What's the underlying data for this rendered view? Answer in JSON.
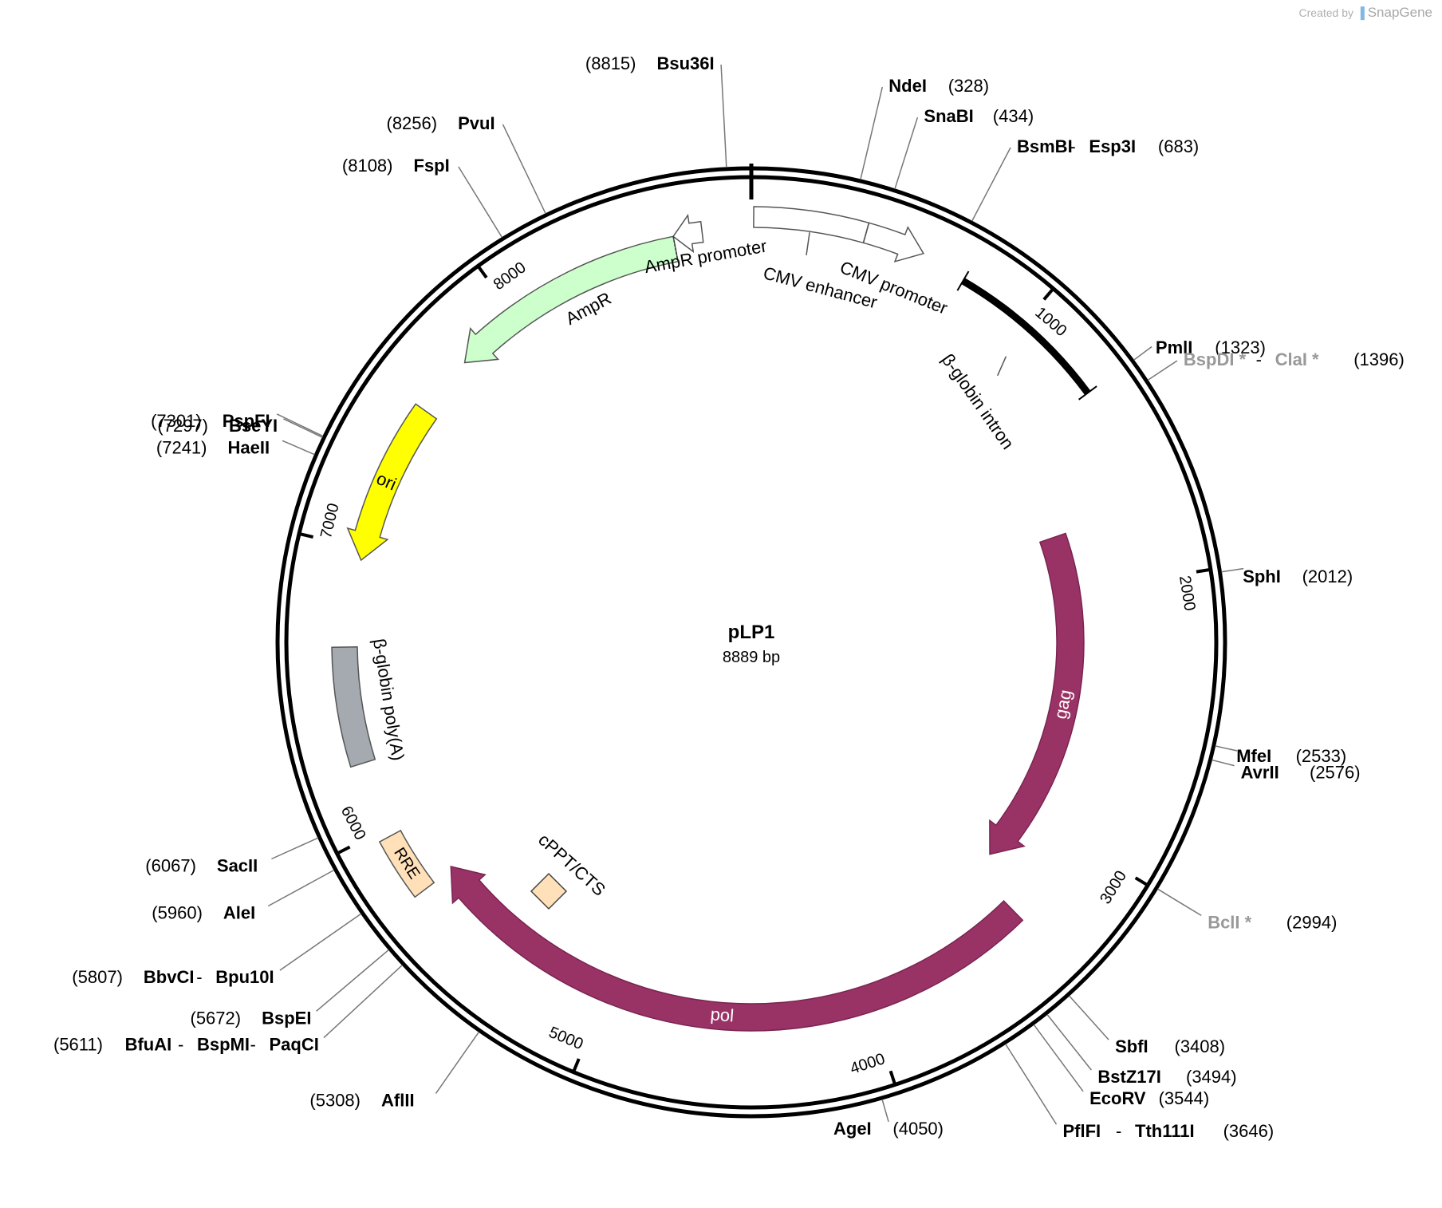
{
  "credit": {
    "prefix": "Created by",
    "brand": "SnapGene"
  },
  "plasmid": {
    "name": "pLP1",
    "size_label": "8889 bp",
    "length": 8889
  },
  "ticks": [
    {
      "pos": 1000,
      "label": "1000"
    },
    {
      "pos": 2000,
      "label": "2000"
    },
    {
      "pos": 3000,
      "label": "3000"
    },
    {
      "pos": 4000,
      "label": "4000"
    },
    {
      "pos": 5000,
      "label": "5000"
    },
    {
      "pos": 6000,
      "label": "6000"
    },
    {
      "pos": 7000,
      "label": "7000"
    },
    {
      "pos": 8000,
      "label": "8000"
    }
  ],
  "features": [
    {
      "id": "cmv-enhancer",
      "label": "CMV enhancer",
      "start": 8,
      "end": 387,
      "type": "box",
      "color": "#ffffff"
    },
    {
      "id": "cmv-promoter",
      "label": "CMV promoter",
      "start": 387,
      "end": 590,
      "type": "arrow_cw",
      "color": "#ffffff"
    },
    {
      "id": "beta-globin-intron",
      "label": "β-globin intron",
      "start": 750,
      "end": 1320,
      "type": "bar",
      "color": "#000000"
    },
    {
      "id": "gag",
      "label": "gag",
      "start": 1750,
      "end": 3250,
      "type": "arrow_cw",
      "color": "#993366"
    },
    {
      "id": "pol",
      "label": "pol",
      "start": 3350,
      "end": 5760,
      "type": "arrow_cw",
      "color": "#993366"
    },
    {
      "id": "rre",
      "label": "RRE",
      "start": 5750,
      "end": 5970,
      "type": "box",
      "color": "#ffe0b8"
    },
    {
      "id": "cppt-cts",
      "label": "cPPT/CTS",
      "type": "diamond",
      "color": "#ffe0b8"
    },
    {
      "id": "beta-globin-polya",
      "label": "β-globin poly(A)",
      "start": 6240,
      "end": 6650,
      "type": "box",
      "color": "#a5aab0"
    },
    {
      "id": "ori",
      "label": "ori",
      "start": 6960,
      "end": 7540,
      "type": "arrow_ccw",
      "color": "#ffff00"
    },
    {
      "id": "ampr",
      "label": "AmpR",
      "start": 7760,
      "end": 8620,
      "type": "arrow_ccw",
      "color": "#ccffcc"
    },
    {
      "id": "ampr-promoter",
      "label": "AmpR promoter",
      "start": 8620,
      "end": 8720,
      "type": "arrow_ccw",
      "color": "#ffffff"
    }
  ],
  "sites": [
    {
      "parts": [
        "NdeI"
      ],
      "pos_label": "(328)",
      "pos": 328,
      "gray": false
    },
    {
      "parts": [
        "SnaBI"
      ],
      "pos_label": "(434)",
      "pos": 434,
      "gray": false
    },
    {
      "parts": [
        "BsmBI",
        "Esp3I"
      ],
      "pos_label": "(683)",
      "pos": 683,
      "gray": false
    },
    {
      "parts": [
        "PmlI"
      ],
      "pos_label": "(1323)",
      "pos": 1323,
      "gray": false
    },
    {
      "parts": [
        "BspDI *",
        "ClaI *"
      ],
      "pos_label": "(1396)",
      "pos": 1396,
      "gray": true
    },
    {
      "parts": [
        "SphI"
      ],
      "pos_label": "(2012)",
      "pos": 2012,
      "gray": false
    },
    {
      "parts": [
        "MfeI"
      ],
      "pos_label": "(2533)",
      "pos": 2533,
      "gray": false
    },
    {
      "parts": [
        "AvrII"
      ],
      "pos_label": "(2576)",
      "pos": 2576,
      "gray": false
    },
    {
      "parts": [
        "BclI *"
      ],
      "pos_label": "(2994)",
      "pos": 2994,
      "gray": true
    },
    {
      "parts": [
        "SbfI"
      ],
      "pos_label": "(3408)",
      "pos": 3408,
      "gray": false
    },
    {
      "parts": [
        "BstZ17I"
      ],
      "pos_label": "(3494)",
      "pos": 3494,
      "gray": false
    },
    {
      "parts": [
        "EcoRV"
      ],
      "pos_label": "(3544)",
      "pos": 3544,
      "gray": false
    },
    {
      "parts": [
        "PflFI",
        "Tth111I"
      ],
      "pos_label": "(3646)",
      "pos": 3646,
      "gray": false
    },
    {
      "parts": [
        "AgeI"
      ],
      "pos_label": "(4050)",
      "pos": 4050,
      "gray": false
    },
    {
      "parts": [
        "AflII"
      ],
      "pos_label": "(5308)",
      "pos": 5308,
      "gray": false
    },
    {
      "parts": [
        "BfuAI",
        "BspMI",
        "PaqCI"
      ],
      "pos_label": "(5611)",
      "pos": 5611,
      "gray": false
    },
    {
      "parts": [
        "BspEI"
      ],
      "pos_label": "(5672)",
      "pos": 5672,
      "gray": false
    },
    {
      "parts": [
        "BbvCI",
        "Bpu10I"
      ],
      "pos_label": "(5807)",
      "pos": 5807,
      "gray": false
    },
    {
      "parts": [
        "AleI"
      ],
      "pos_label": "(5960)",
      "pos": 5960,
      "gray": false
    },
    {
      "parts": [
        "SacII"
      ],
      "pos_label": "(6067)",
      "pos": 6067,
      "gray": false
    },
    {
      "parts": [
        "HaeII"
      ],
      "pos_label": "(7241)",
      "pos": 7241,
      "gray": false
    },
    {
      "parts": [
        "BseYI"
      ],
      "pos_label": "(7297)",
      "pos": 7297,
      "gray": false
    },
    {
      "parts": [
        "PspFI"
      ],
      "pos_label": "(7301)",
      "pos": 7301,
      "gray": false
    },
    {
      "parts": [
        "FspI"
      ],
      "pos_label": "(8108)",
      "pos": 8108,
      "gray": false
    },
    {
      "parts": [
        "PvuI"
      ],
      "pos_label": "(8256)",
      "pos": 8256,
      "gray": false
    },
    {
      "parts": [
        "Bsu36I"
      ],
      "pos_label": "(8815)",
      "pos": 8815,
      "gray": false
    }
  ]
}
